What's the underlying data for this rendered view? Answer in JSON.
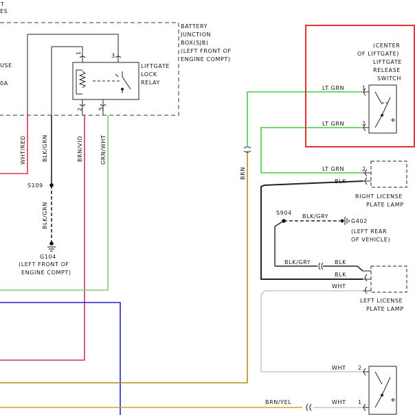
{
  "labels": {
    "top_left_1": "T",
    "top_left_2": "ES",
    "fuse": "USE",
    "fuse_amp": "0A",
    "bjb_line1": "BATTERY",
    "bjb_line2": "JUNCTION",
    "bjb_line3": "BOX(SJB)",
    "bjb_line4": "(LEFT FRONT OF",
    "bjb_line5": "ENGINE COMPT)",
    "relay_line1": "LIFTGATE",
    "relay_line2": "LOCK",
    "relay_line3": "RELAY",
    "pin1": "1",
    "pin3": "3",
    "pin2": "2",
    "pin5": "5",
    "wire_wht_red": "WHT/RED",
    "wire_blk_grn": "BLK/GRN",
    "wire_brn_vio": "BRN/VIO",
    "wire_grn_wht": "GRN/WHT",
    "s109": "S109",
    "wire_blk_grn_2": "BLK/GRN",
    "g104": "G104",
    "g104_loc1": "(LEFT FRONT OF",
    "g104_loc2": "ENGINE COMPT)",
    "wire_brn": "BRN",
    "switch_line1": "(CENTER",
    "switch_line2": "OF LIFTGATE)",
    "switch_line3": "LIFTGATE",
    "switch_line4": "RELEASE",
    "switch_line5": "SWITCH",
    "lt_grn_1": "LT GRN",
    "sw_pin1": "1",
    "lt_grn_2": "LT GRN",
    "sw_pin2": "2",
    "lt_grn_3": "LT GRN",
    "rl_pin2": "2",
    "blk_1": "BLK",
    "right_lamp_1": "RIGHT LICENSE",
    "right_lamp_2": "PLATE LAMP",
    "s904": "S904",
    "blk_gry_1": "BLK/GRY",
    "g402": "G402",
    "g402_loc1": "(LEFT REAR",
    "g402_loc2": "OF VEHICLE)",
    "blk_gry_2": "BLK/GRY",
    "blk_2": "BLK",
    "blk_3": "BLK",
    "wht_1": "WHT",
    "left_lamp_1": "LEFT LICENSE",
    "left_lamp_2": "PLATE LAMP",
    "wht_2": "WHT",
    "bs_pin2": "2",
    "brn_yel": "BRN/YEL",
    "wht_3": "WHT",
    "bs_pin1": "1"
  },
  "colors": {
    "highlight": "#e03030",
    "wht_red": "#e0304a",
    "brn_vio": "#c8307a",
    "grn_wht": "#7ad06a",
    "lt_grn": "#3fd23f",
    "brn": "#b38a18",
    "brn_yel": "#c8a818",
    "blue": "#2020d0",
    "blk": "#222222",
    "wht": "#c8c8c8",
    "dash": "#333333"
  }
}
